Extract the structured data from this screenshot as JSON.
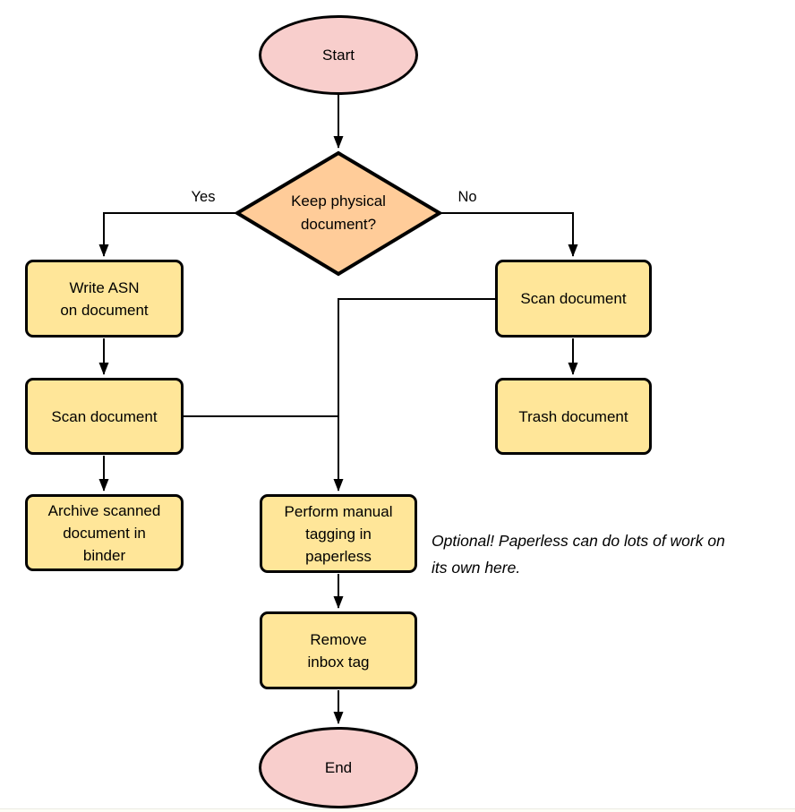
{
  "diagram": {
    "type": "flowchart",
    "nodes": {
      "start": {
        "label": "Start",
        "shape": "terminator",
        "fill": "#F8CECC"
      },
      "decision": {
        "lines": [
          "Keep physical",
          "document?"
        ],
        "shape": "decision",
        "fill": "#FFCC99"
      },
      "write_asn": {
        "lines": [
          "Write ASN",
          "on document"
        ],
        "shape": "process",
        "fill": "#FFE699"
      },
      "scan_left": {
        "label": "Scan document",
        "shape": "process",
        "fill": "#FFE699"
      },
      "archive": {
        "lines": [
          "Archive scanned",
          "document in",
          "binder"
        ],
        "shape": "process",
        "fill": "#FFE699"
      },
      "scan_right": {
        "label": "Scan document",
        "shape": "process",
        "fill": "#FFE699"
      },
      "trash": {
        "label": "Trash document",
        "shape": "process",
        "fill": "#FFE699"
      },
      "tagging": {
        "lines": [
          "Perform manual",
          "tagging in",
          "paperless"
        ],
        "shape": "process",
        "fill": "#FFE699"
      },
      "remove_inbox": {
        "lines": [
          "Remove",
          "inbox tag"
        ],
        "shape": "process",
        "fill": "#FFE699"
      },
      "end": {
        "label": "End",
        "shape": "terminator",
        "fill": "#F8CECC"
      }
    },
    "edge_labels": {
      "yes": "Yes",
      "no": "No"
    },
    "edges": [
      {
        "from": "start",
        "to": "decision"
      },
      {
        "from": "decision",
        "to": "write_asn",
        "label": "Yes"
      },
      {
        "from": "decision",
        "to": "scan_right",
        "label": "No"
      },
      {
        "from": "write_asn",
        "to": "scan_left"
      },
      {
        "from": "scan_left",
        "to": "archive"
      },
      {
        "from": "scan_left",
        "to": "tagging"
      },
      {
        "from": "scan_right",
        "to": "trash"
      },
      {
        "from": "scan_right",
        "to": "tagging"
      },
      {
        "from": "tagging",
        "to": "remove_inbox"
      },
      {
        "from": "remove_inbox",
        "to": "end"
      }
    ],
    "note": {
      "lines": [
        "Optional! Paperless can do lots of work on",
        "its own here."
      ]
    },
    "colors": {
      "terminator_fill": "#F8CECC",
      "process_fill": "#FFE699",
      "decision_fill": "#FFCC99",
      "stroke": "#000000",
      "background": "#FFFFFF"
    }
  }
}
